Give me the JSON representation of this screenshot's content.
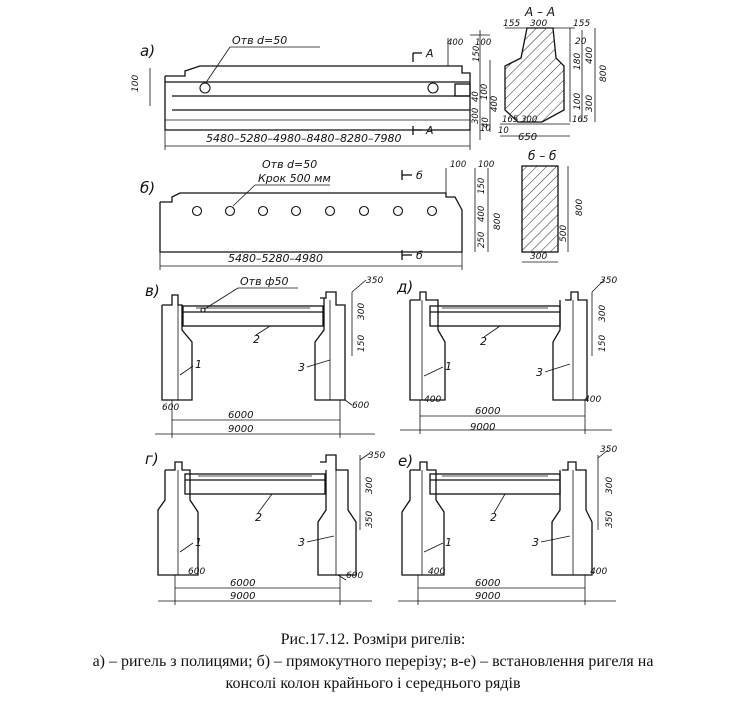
{
  "figure": {
    "caption_title": "Рис.17.12. Розміри ригелів:",
    "caption_line2": "а) – ригель з полицями; б) – прямокутного перерізу; в-е) – встановлення ригеля на",
    "caption_line3": "консолі колон крайнього і середнього рядів"
  },
  "panel_a": {
    "label": "а)",
    "hole_note": "Отв  d=50",
    "length_note": "5480–5280–4980–8480–8280–7980",
    "section_mark": "А",
    "height_left": "100",
    "dims_end": [
      "400",
      "100",
      "150",
      "40",
      "100",
      "400",
      "300",
      "40"
    ],
    "bottom_dim": "10"
  },
  "section_aa": {
    "title": "А – А",
    "top_width": "300",
    "dims_left_top": [
      "155"
    ],
    "dims_right_top": [
      "155"
    ],
    "dims_right": [
      "20",
      "180",
      "400",
      "800",
      "300",
      "100"
    ],
    "bottom_dims": [
      "165",
      "300",
      "165"
    ],
    "total_width": "650",
    "bottom_small": "10"
  },
  "panel_b": {
    "label": "б)",
    "hole_note_1": "Отв  d=50",
    "hole_note_2": "Крок  500 мм",
    "length_note": "5480–5280–4980",
    "section_mark": "б",
    "dims_end": [
      "100",
      "100",
      "150",
      "400",
      "250",
      "800"
    ]
  },
  "section_bb": {
    "title": "б – б",
    "dims": [
      "800",
      "500"
    ],
    "width": "300"
  },
  "panels_install": [
    {
      "label": "в)",
      "hole_note": "Отв  ф50",
      "dims_right": [
        "350",
        "300",
        "150"
      ],
      "console_left": "600",
      "console_right": "600",
      "span_inner": "6000",
      "span_total": "9000",
      "callouts": [
        "1",
        "2",
        "3"
      ]
    },
    {
      "label": "д)",
      "dims_right": [
        "350",
        "300",
        "150"
      ],
      "console_left": "400",
      "console_right": "400",
      "span_inner": "6000",
      "span_total": "9000",
      "callouts": [
        "1",
        "2",
        "3"
      ]
    },
    {
      "label": "г)",
      "dims_right": [
        "350",
        "300",
        "350"
      ],
      "console_left": "600",
      "console_right": "600",
      "span_inner": "6000",
      "span_total": "9000",
      "callouts": [
        "1",
        "2",
        "3"
      ]
    },
    {
      "label": "е)",
      "dims_right": [
        "350",
        "300",
        "350"
      ],
      "console_left": "400",
      "console_right": "400",
      "span_inner": "6000",
      "span_total": "9000",
      "callouts": [
        "1",
        "2",
        "3"
      ]
    }
  ]
}
